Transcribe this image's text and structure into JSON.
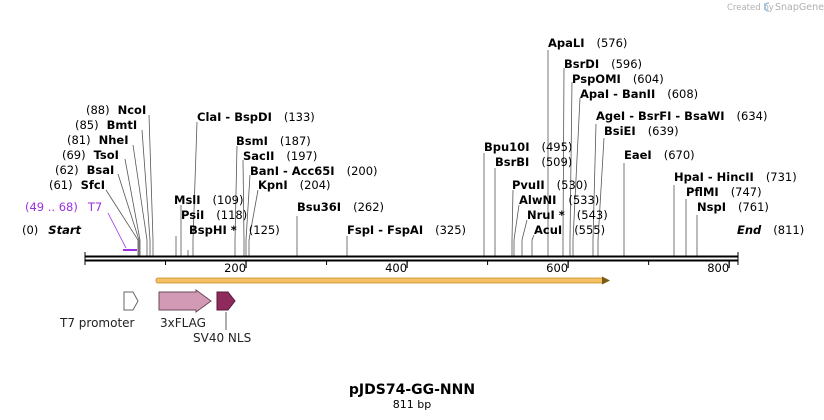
{
  "credit": {
    "created_by": "Created by",
    "app": "SnapGene"
  },
  "map": {
    "name": "pJDS74-GG-NNN",
    "length_label": "811 bp",
    "total_bp": 811,
    "start_label": "Start",
    "start_pos": "(0)",
    "end_label": "End",
    "end_pos": "(811)",
    "ticks": [
      {
        "bp": 200,
        "label": "200"
      },
      {
        "bp": 400,
        "label": "400"
      },
      {
        "bp": 600,
        "label": "600"
      },
      {
        "bp": 800,
        "label": "800"
      }
    ],
    "t7_primer": {
      "range": "(49 .. 68)",
      "name": "T7",
      "start": 49,
      "end": 68,
      "color": "#9b30e0"
    },
    "orf": {
      "start": 88,
      "end": 651,
      "color": "#f3c065"
    },
    "sites": [
      {
        "id": "bsai",
        "text": "BsaI",
        "pos": "(62)"
      },
      {
        "id": "sfci",
        "text": "SfcI",
        "pos": "(61)"
      },
      {
        "id": "tsoi",
        "text": "TsoI",
        "pos": "(69)"
      },
      {
        "id": "nhei",
        "text": "NheI",
        "pos": "(81)"
      },
      {
        "id": "bmti",
        "text": "BmtI",
        "pos": "(85)"
      },
      {
        "id": "ncoi",
        "text": "NcoI",
        "pos": "(88)"
      },
      {
        "id": "msli",
        "text": "MslI",
        "pos": "(109)"
      },
      {
        "id": "psii",
        "text": "PsiI",
        "pos": "(118)"
      },
      {
        "id": "bsphi",
        "text": "BspHI *",
        "pos": "(125)"
      },
      {
        "id": "clai",
        "text": "ClaI  - BspDI",
        "pos": "(133)"
      },
      {
        "id": "bsmi",
        "text": "BsmI",
        "pos": "(187)"
      },
      {
        "id": "sacii",
        "text": "SacII",
        "pos": "(197)"
      },
      {
        "id": "bani",
        "text": "BanI  - Acc65I",
        "pos": "(200)"
      },
      {
        "id": "kpni",
        "text": "KpnI",
        "pos": "(204)"
      },
      {
        "id": "bsu36i",
        "text": "Bsu36I",
        "pos": "(262)"
      },
      {
        "id": "fspi",
        "text": "FspI  - FspAI",
        "pos": "(325)"
      },
      {
        "id": "bpu10i",
        "text": "Bpu10I",
        "pos": "(495)"
      },
      {
        "id": "bsrbi",
        "text": "BsrBI",
        "pos": "(509)"
      },
      {
        "id": "pvuii",
        "text": "PvuII",
        "pos": "(530)"
      },
      {
        "id": "alwni",
        "text": "AlwNI",
        "pos": "(533)"
      },
      {
        "id": "nrui",
        "text": "NruI *",
        "pos": "(543)"
      },
      {
        "id": "acui",
        "text": "AcuI",
        "pos": "(555)"
      },
      {
        "id": "apali",
        "text": "ApaLI",
        "pos": "(576)"
      },
      {
        "id": "bsrdi",
        "text": "BsrDI",
        "pos": "(596)"
      },
      {
        "id": "pspomi",
        "text": "PspOMI",
        "pos": "(604)"
      },
      {
        "id": "apai",
        "text": "ApaI  - BanII",
        "pos": "(608)"
      },
      {
        "id": "agei",
        "text": "AgeI  - BsrFI  - BsaWI",
        "pos": "(634)"
      },
      {
        "id": "bsiei",
        "text": "BsiEI",
        "pos": "(639)"
      },
      {
        "id": "eaei",
        "text": "EaeI",
        "pos": "(670)"
      },
      {
        "id": "hpai",
        "text": "HpaI  - HincII",
        "pos": "(731)"
      },
      {
        "id": "pflmi",
        "text": "PflMI",
        "pos": "(747)"
      },
      {
        "id": "nspi",
        "text": "NspI",
        "pos": "(761)"
      }
    ],
    "features": [
      {
        "id": "t7-promoter",
        "name": "T7 promoter",
        "color": "#ffffff",
        "stroke": "#777777"
      },
      {
        "id": "3xflag",
        "name": "3xFLAG",
        "color": "#d39ab6",
        "stroke": "#6b4a5a"
      },
      {
        "id": "sv40-nls",
        "name": "SV40 NLS",
        "color": "#8f2a5c",
        "stroke": "#5a1a3a"
      }
    ],
    "colors": {
      "backbone": "#000000",
      "primer": "#9b30e0",
      "orf_fill": "#f3c065",
      "orf_stroke": "#c98a1c"
    }
  }
}
